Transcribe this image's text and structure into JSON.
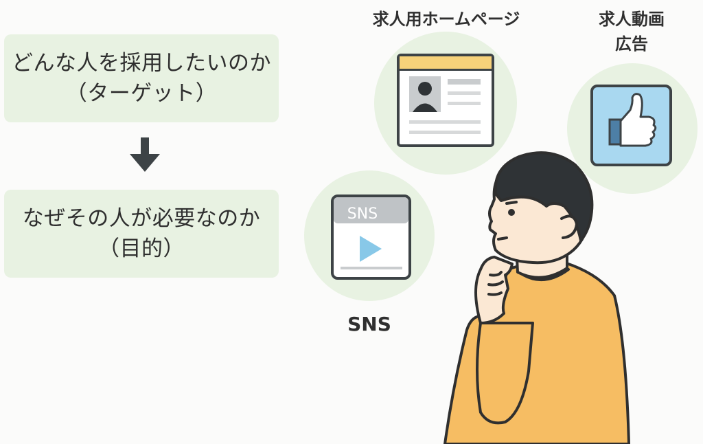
{
  "box1": {
    "line1": "どんな人を採用したいのか",
    "line2": "（ターゲット）"
  },
  "box2": {
    "line1": "なぜその人が必要なのか",
    "line2": "（目的）"
  },
  "channels": {
    "homepage": {
      "label": "求人用ホームページ"
    },
    "video_ad": {
      "line1": "求人動画",
      "line2": "広告"
    },
    "sns": {
      "label": "SNS",
      "screen_text": "SNS"
    }
  },
  "icons": [
    "down-arrow-icon",
    "browser-profile-icon",
    "thumbs-up-icon",
    "video-play-icon",
    "thinking-person"
  ],
  "colors": {
    "box_bg": "#e8f2e2",
    "circle_bg": "#e8f2e2",
    "accent_yellow": "#f7d27a",
    "shirt": "#f6bd63",
    "like_blue": "#a9d8f0",
    "play_blue": "#88c8e8",
    "ink": "#2f2f2f"
  }
}
